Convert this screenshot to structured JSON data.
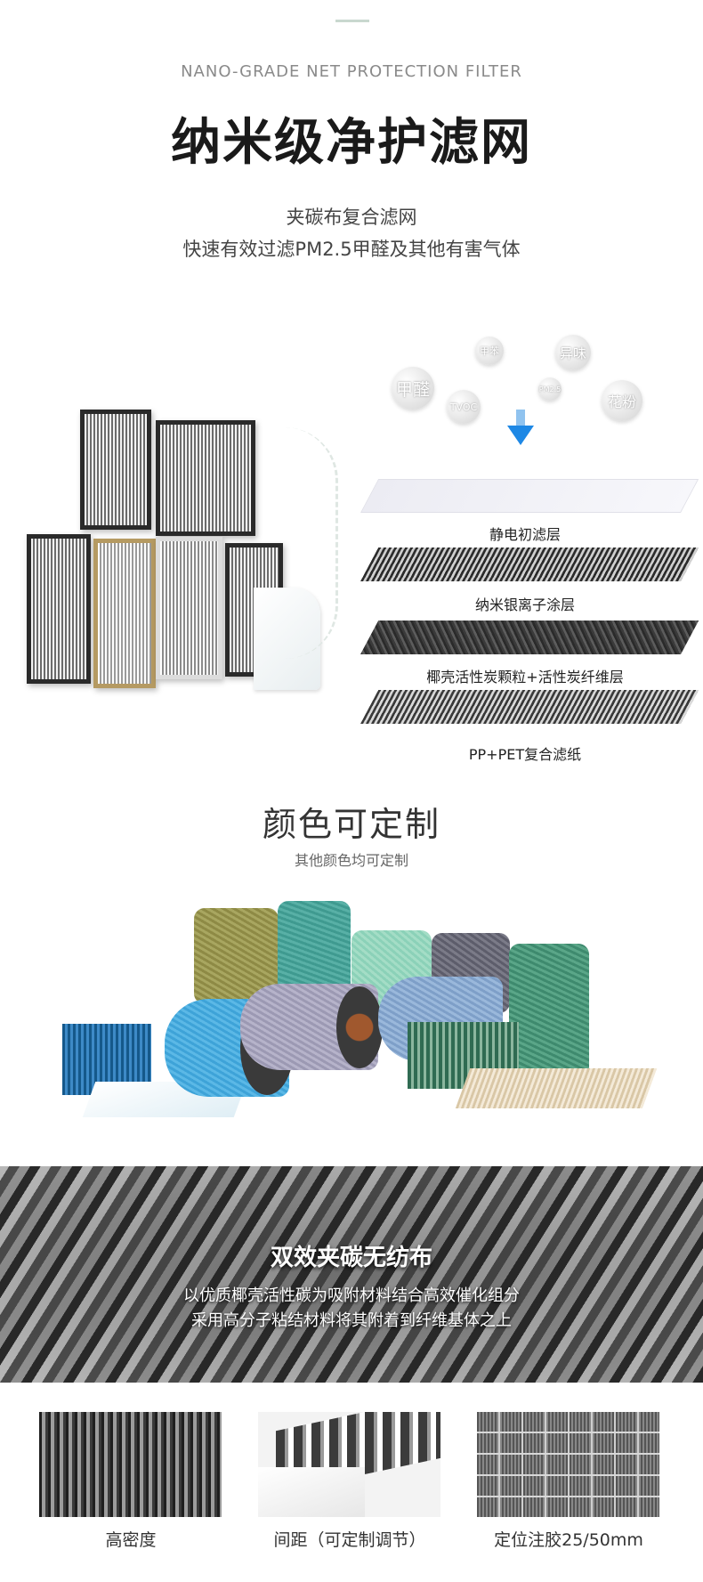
{
  "header": {
    "subtitle_en": "NANO-GRADE NET PROTECTION FILTER",
    "title": "纳米级净护滤网",
    "desc_line1": "夹碳布复合滤网",
    "desc_line2": "快速有效过滤PM2.5甲醛及其他有害气体"
  },
  "pollutants": [
    "甲苯",
    "异味",
    "甲醛",
    "TVOC",
    "PM2.5",
    "花粉"
  ],
  "layers": [
    {
      "label": "静电初滤层"
    },
    {
      "label": "纳米银离子涂层"
    },
    {
      "label": "椰壳活性炭颗粒+活性炭纤维层"
    },
    {
      "label": "PP+PET复合滤纸"
    }
  ],
  "colors_section": {
    "title": "颜色可定制",
    "subtitle": "其他颜色均可定制"
  },
  "banner": {
    "title": "双效夹碳无纺布",
    "line1": "以优质椰壳活性碳为吸附材料结合高效催化组分",
    "line2": "采用高分子粘结材料将其附着到纤维基体之上"
  },
  "features": [
    {
      "label": "高密度"
    },
    {
      "label": "间距（可定制调节）"
    },
    {
      "label": "定位注胶25/50mm"
    }
  ],
  "palette": {
    "accent_green": "#c9d8cf",
    "arrow_blue": "#1e88e5",
    "title_dark": "#1a1a1a"
  }
}
